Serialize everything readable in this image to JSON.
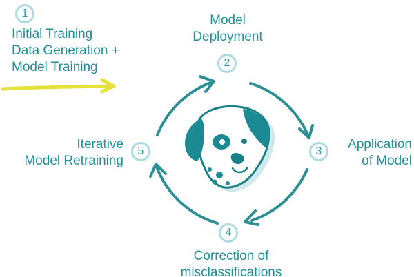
{
  "steps": [
    {
      "number": "1",
      "lines": [
        "Initial Training",
        "Data Generation +",
        "Model Training"
      ]
    },
    {
      "number": "2",
      "lines": [
        "Model",
        "Deployment"
      ]
    },
    {
      "number": "3",
      "lines": [
        "Application",
        "of Model"
      ]
    },
    {
      "number": "4",
      "lines": [
        "Correction of",
        "misclassifications"
      ]
    },
    {
      "number": "5",
      "lines": [
        "Iterative",
        "Model Retraining"
      ]
    }
  ],
  "colors": {
    "primary": "#1f8f98",
    "badge_ring": "#aedbe0",
    "arrow": "#2d8f96",
    "highlight_arrow": "#e3e23a"
  },
  "icons": {
    "center": "dog-head-icon",
    "intro_arrow": "yellow-arrow-icon"
  }
}
